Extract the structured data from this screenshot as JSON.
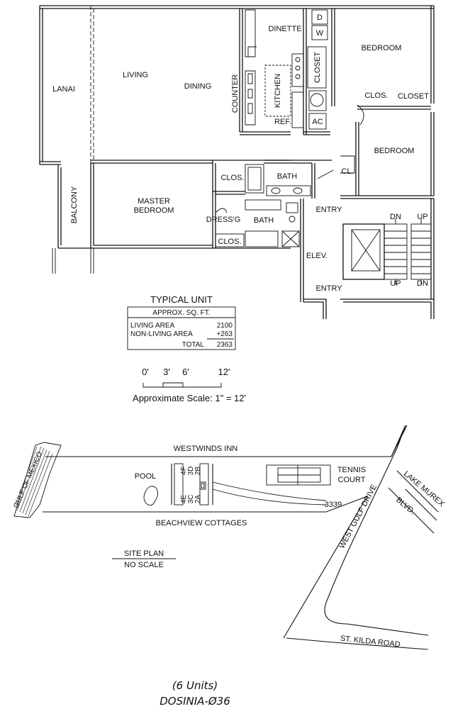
{
  "floorplan": {
    "rooms": {
      "lanai": "LANAI",
      "living": "LIVING",
      "dining": "DINING",
      "counter": "COUNTER",
      "dinette": "DINETTE",
      "kitchen": "KITCHEN",
      "ref": "REF.",
      "closet_kitchen": "CLOSET",
      "dryer": "D",
      "washer": "W",
      "ac": "AC",
      "bedroom_1": "BEDROOM",
      "clos_bedroom": "CLOS.",
      "closet_bedroom": "CLOSET",
      "bedroom_2": "BEDROOM",
      "balcony": "BALCONY",
      "master_bedroom_line1": "MASTER",
      "master_bedroom_line2": "BEDROOM",
      "clos_master": "CLOS.",
      "bath_1": "BATH",
      "cl": "CL.",
      "dressing": "DRESS'G",
      "bath_2": "BATH",
      "clos_dress": "CLOS.",
      "entry_top": "ENTRY",
      "entry_bottom": "ENTRY",
      "elev": "ELEV.",
      "dn_top": "DN",
      "up_top": "UP",
      "up_bottom": "UP",
      "dn_bottom": "DN"
    }
  },
  "unit_table": {
    "title": "TYPICAL UNIT",
    "header": "APPROX. SQ. FT.",
    "rows": [
      {
        "label": "LIVING AREA",
        "value": "2100"
      },
      {
        "label": "NON-LIVING AREA",
        "value": "+263"
      },
      {
        "label": "TOTAL",
        "value": "2363"
      }
    ]
  },
  "scale": {
    "ticks": [
      "0'",
      "3'",
      "6'",
      "12'"
    ],
    "caption": "Approximate Scale: 1\" = 12'"
  },
  "site_plan": {
    "gulf": "GULF OF MEXICO",
    "westwinds": "WESTWINDS INN",
    "pool": "POOL",
    "units_top": [
      "4F",
      "3D",
      "2B"
    ],
    "units_bottom": [
      "4E",
      "3C",
      "2A"
    ],
    "tennis_line1": "TENNIS",
    "tennis_line2": "COURT",
    "address": "3339",
    "beachview": "BEACHVIEW COTTAGES",
    "west_gulf": "WEST GULF DRIVE",
    "lake_murex": "LAKE MUREX",
    "blvd": "BLVD.",
    "st_kilda": "ST. KILDA ROAD",
    "title": "SITE PLAN",
    "subtitle": "NO SCALE"
  },
  "footer": {
    "units": "(6 Units)",
    "code": "DOSINIA-Ø36"
  }
}
